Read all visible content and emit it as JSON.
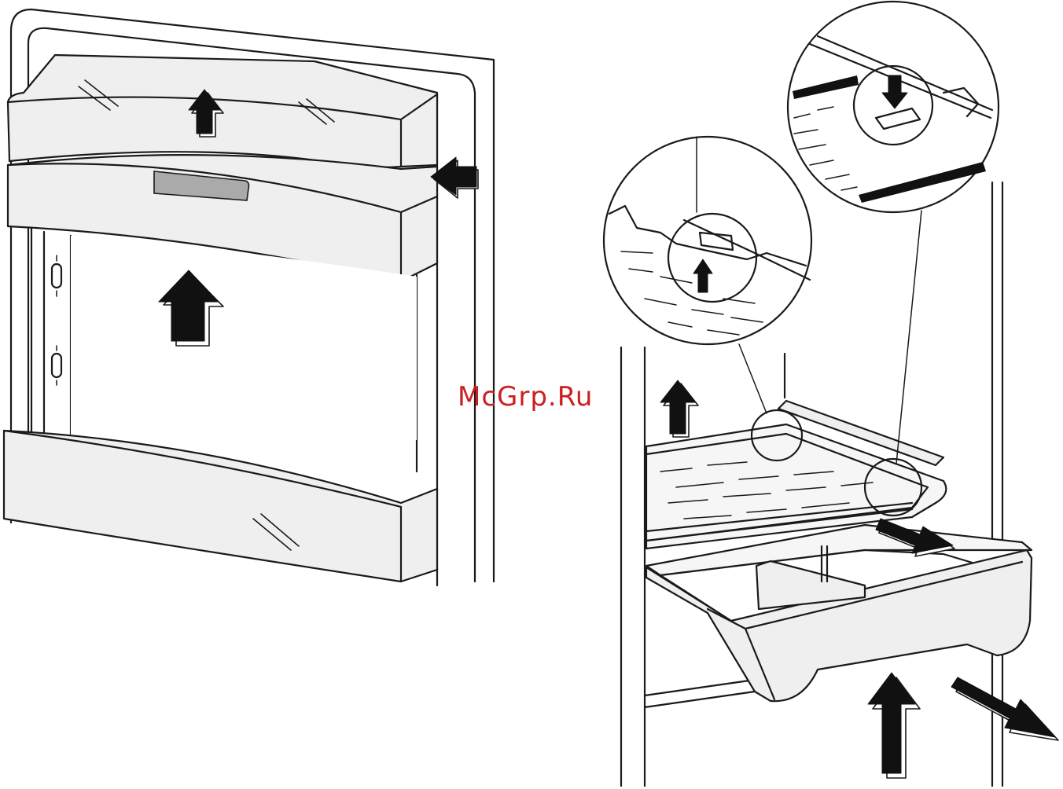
{
  "watermark": {
    "text": "McGrp.Ru",
    "color": "#cc1f1f"
  },
  "panels": {
    "left": {
      "name": "door-shelf-removal",
      "arrows": [
        "up",
        "up",
        "left"
      ]
    },
    "right": {
      "name": "glass-shelf-and-crisper-removal",
      "arrows": [
        "up",
        "right",
        "up",
        "down-right"
      ],
      "detail_callouts": 2
    }
  },
  "colors": {
    "line": "#1a1a1a",
    "fill": "#efefef",
    "arrow": "#111111"
  }
}
